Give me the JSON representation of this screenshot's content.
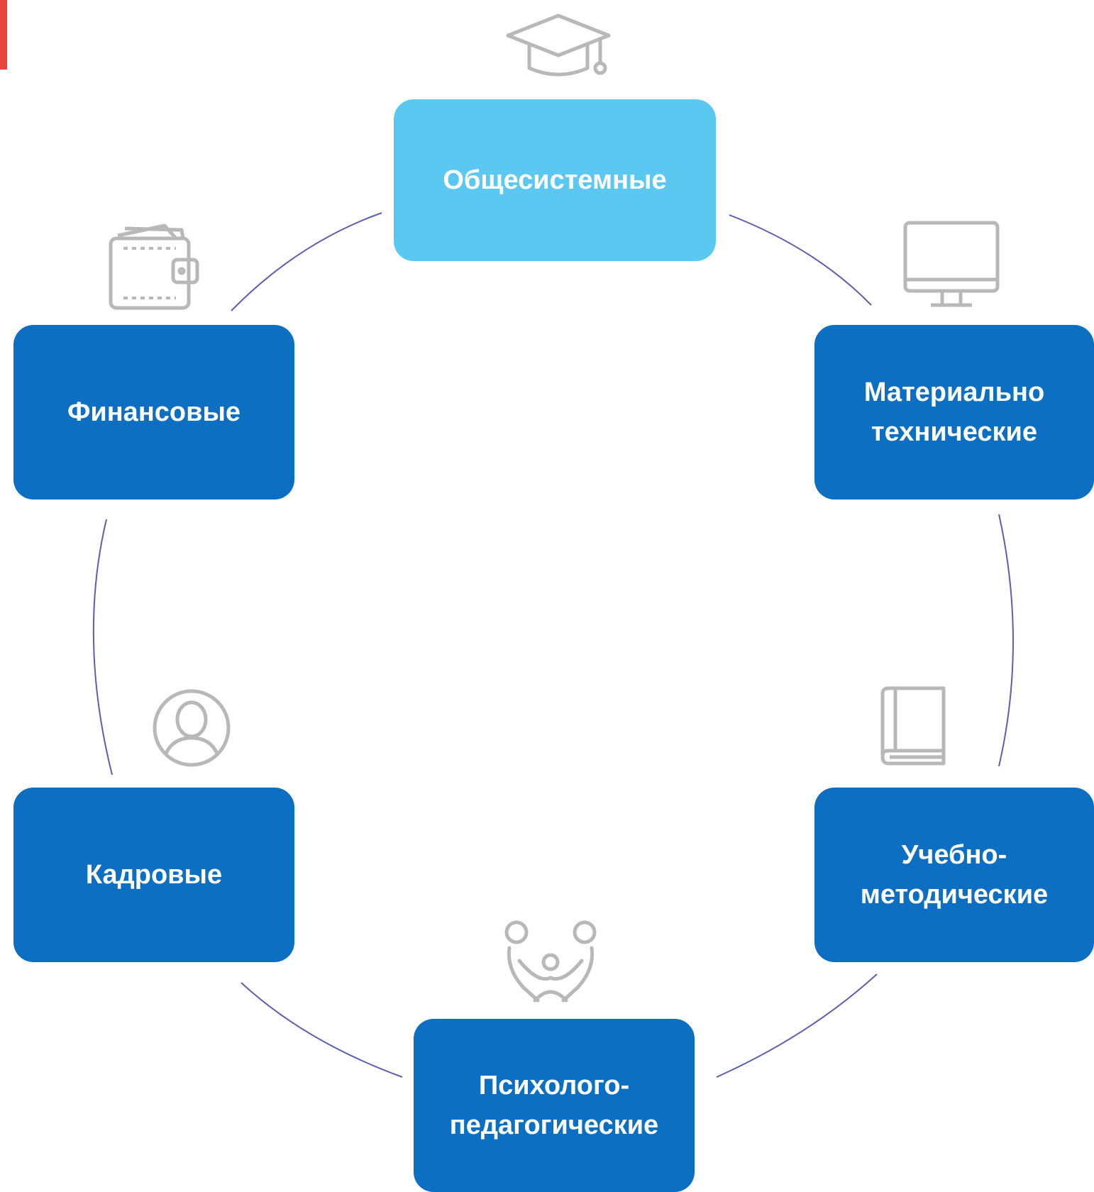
{
  "nodes": {
    "general": {
      "label": "Общесистемные",
      "icon": "graduation-cap-icon",
      "color": "#5bc8f2"
    },
    "material": {
      "label": "Материально\nтехнические",
      "icon": "monitor-icon",
      "color": "#0d6fc2"
    },
    "educational": {
      "label": "Учебно-\nметодические",
      "icon": "book-icon",
      "color": "#0d6fc2"
    },
    "psychological": {
      "label": "Психолого-\nпедагогические",
      "icon": "family-icon",
      "color": "#0d6fc2"
    },
    "personnel": {
      "label": "Кадровые",
      "icon": "user-icon",
      "color": "#0d6fc2"
    },
    "financial": {
      "label": "Финансовые",
      "icon": "wallet-icon",
      "color": "#0d6fc2"
    }
  },
  "colors": {
    "accent_dark": "#0d6fc2",
    "accent_light": "#5bc8f2",
    "connector": "#5b5fb0",
    "icon_stroke": "#b8b8b8",
    "corner_mark": "#e8463c"
  }
}
